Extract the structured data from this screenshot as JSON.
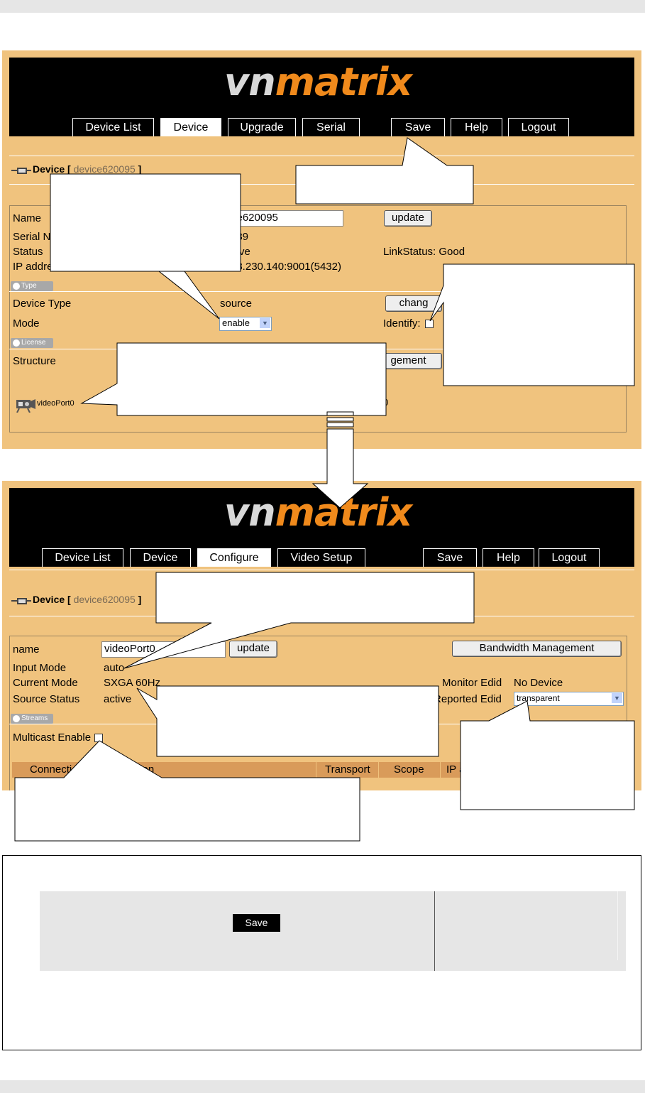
{
  "screen1": {
    "logo": {
      "vn": "vn",
      "m": "m",
      "a": "a",
      "trix": "trix"
    },
    "tabs": [
      "Device List",
      "Device",
      "Upgrade",
      "Serial",
      "Save",
      "Help",
      "Logout"
    ],
    "device_title": "Device [",
    "device_name": "device620095",
    "device_close": "]",
    "name_label": "Name",
    "name_value": "ce620095",
    "update_label": "update",
    "serial_label": "Serial N",
    "serial_value": "039",
    "status_label": "Status",
    "status_value": "ve",
    "ip_label": "IP addre",
    "ip_value": "28.230.140:9001(5432)",
    "link_status": "LinkStatus: Good",
    "type_section": "Type",
    "device_type_label": "Device Type",
    "device_type_value": "source",
    "change_label": "chang",
    "mode_label": "Mode",
    "mode_value": "enable",
    "identify_label": "Identify:",
    "license_section": "License",
    "structure_label": "Structure",
    "mgmt_label": "gement",
    "port_label": "videoPort0",
    "port_tail": "0"
  },
  "screen2": {
    "tabs": [
      "Device List",
      "Device",
      "Configure",
      "Video Setup",
      "Save",
      "Help",
      "Logout"
    ],
    "device_title": "Device [",
    "device_name": "device620095",
    "device_close": "]",
    "name_label": "name",
    "name_value": "videoPort0",
    "update_label": "update",
    "bandwidth_label": "Bandwidth Management",
    "input_mode_label": "Input Mode",
    "input_mode_value": "auto",
    "current_mode_label": "Current Mode",
    "current_mode_value": "SXGA 60Hz",
    "source_status_label": "Source Status",
    "source_status_value": "active",
    "monitor_edid_label": "Monitor Edid",
    "monitor_edid_value": "No Device",
    "reported_edid_label": "Reported Edid",
    "reported_edid_value": "transparent",
    "streams_section": "Streams",
    "multicast_label": "Multicast Enable",
    "table_headers": [
      "Connectio",
      "tion",
      "Transport",
      "Scope",
      "IP a"
    ]
  },
  "dialog": {
    "save_label": "Save"
  }
}
